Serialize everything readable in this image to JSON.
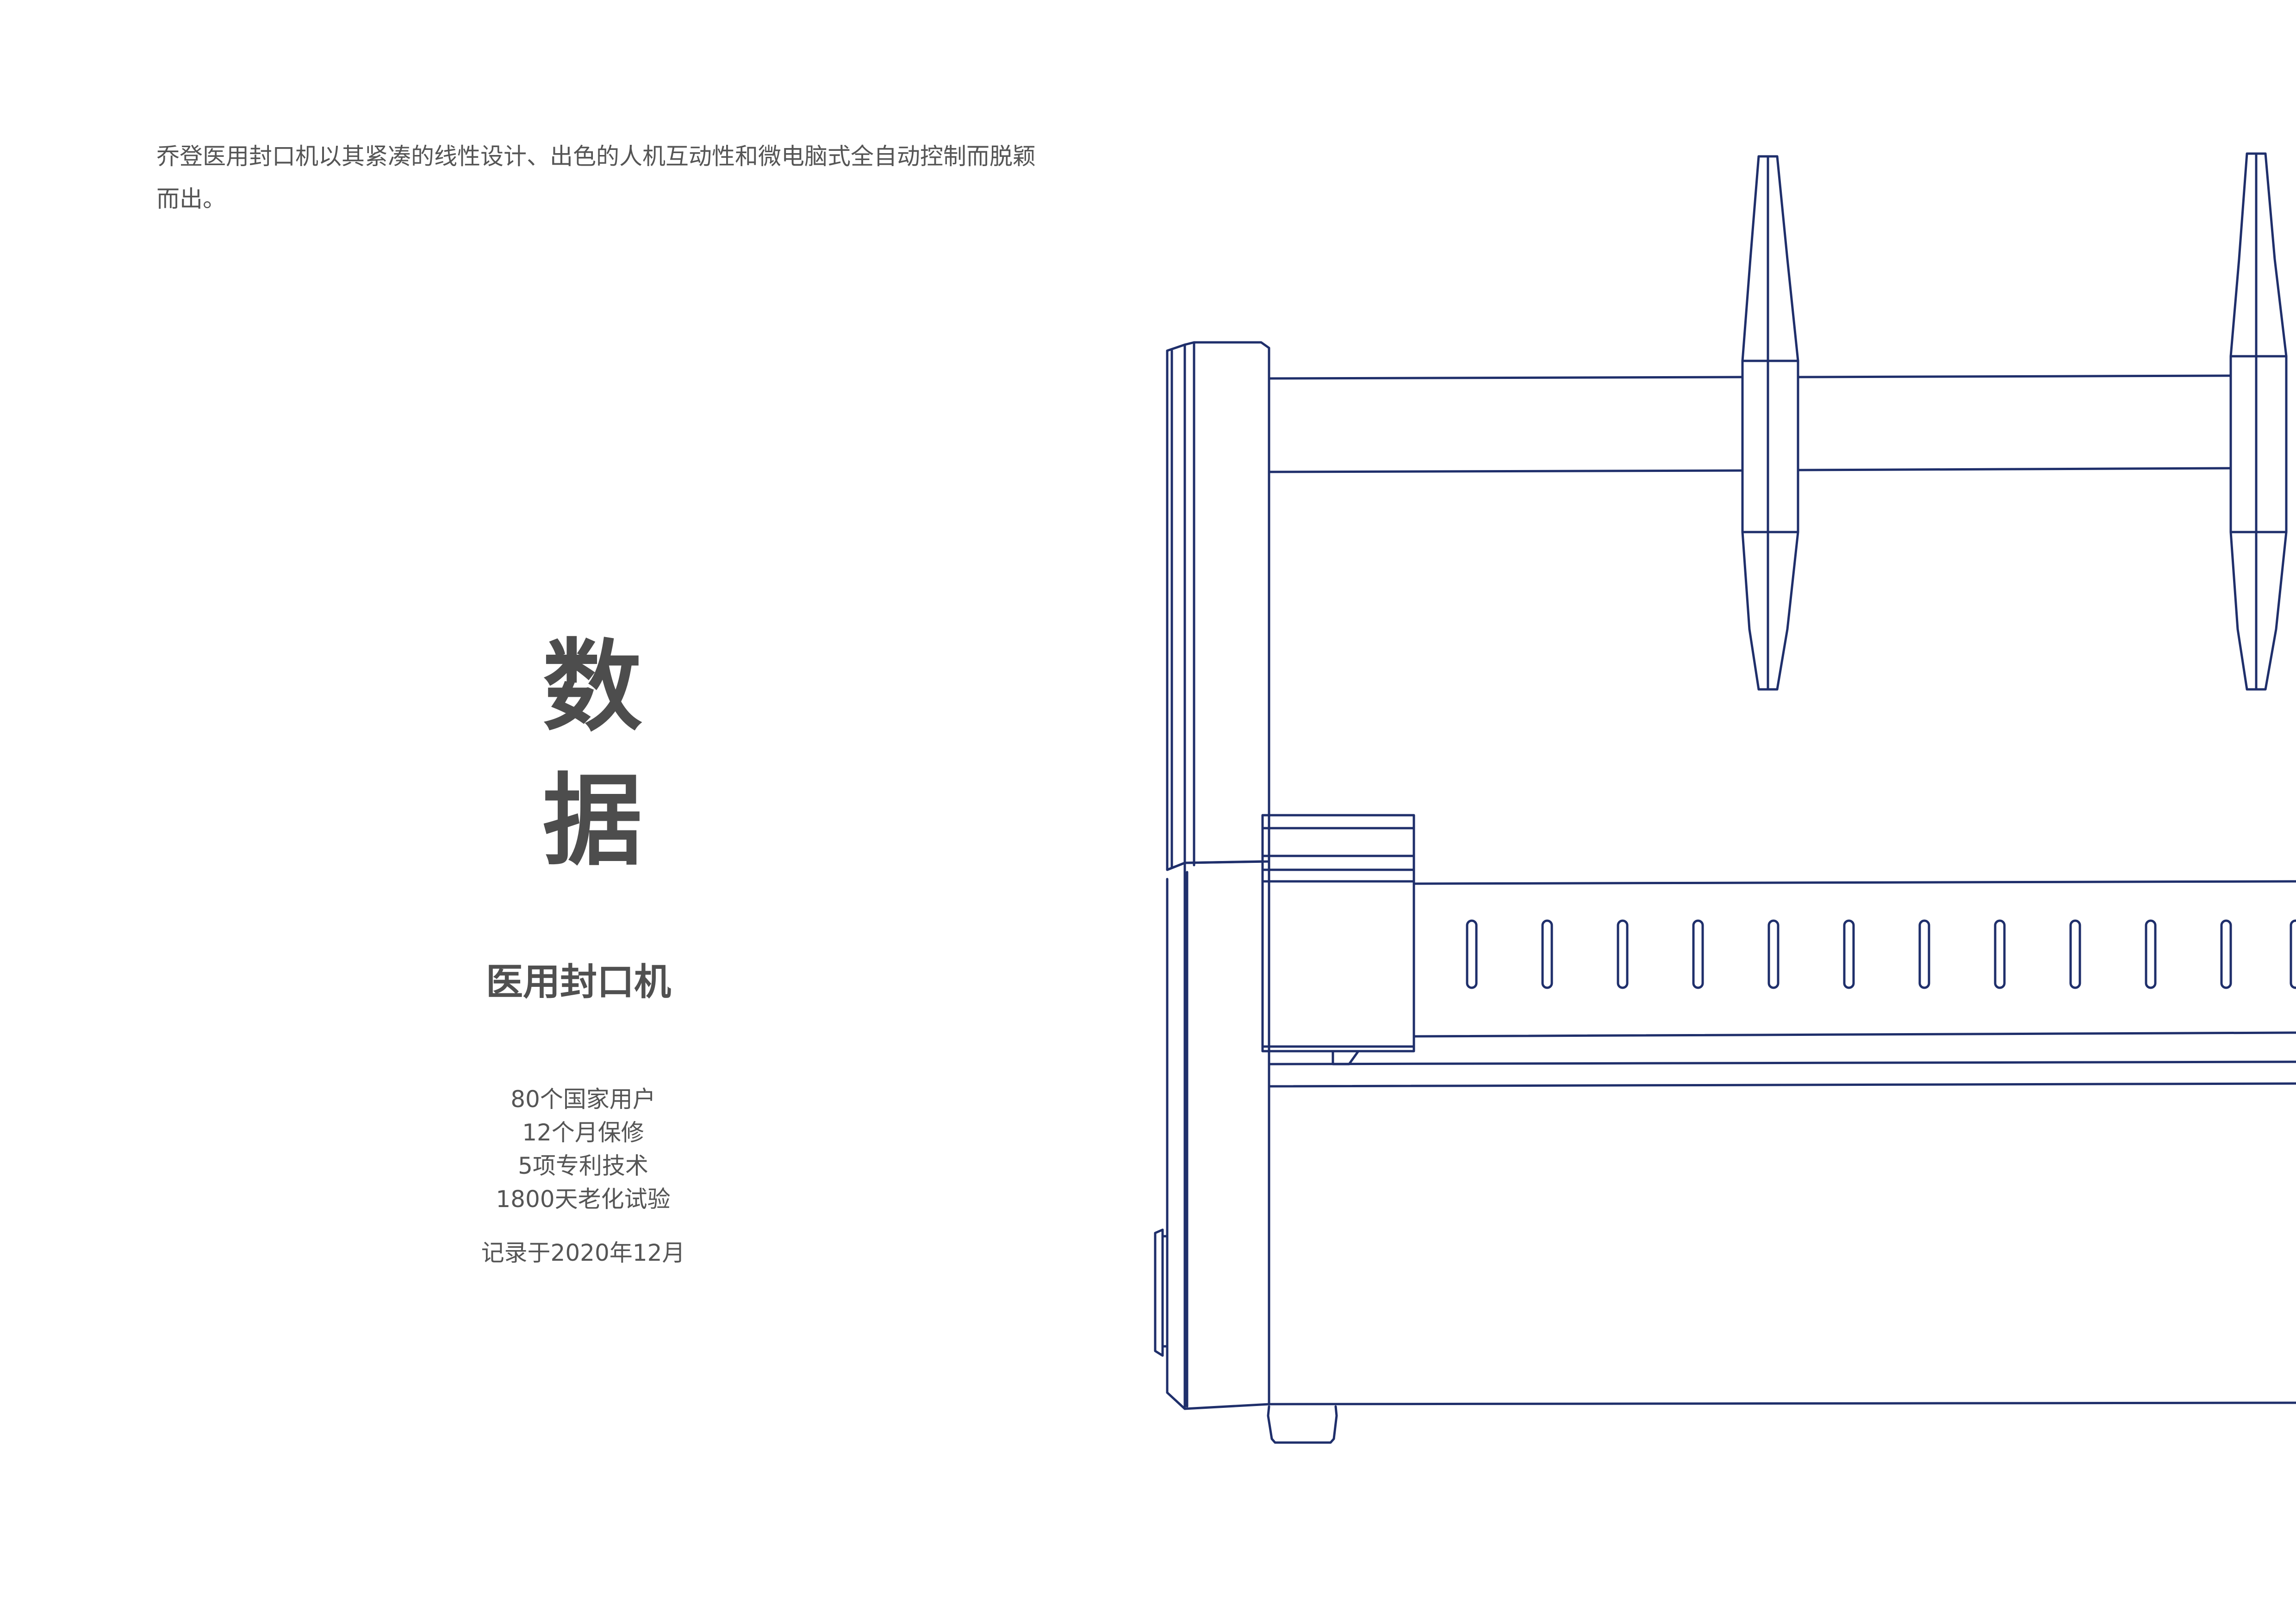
{
  "intro": {
    "line1": "乔登医用封口机以其紧凑的线性设计、出色的人机互动性和微电脑式全自动控制而脱颖",
    "line2": "而出。"
  },
  "title": {
    "char1": "数",
    "char2": "据"
  },
  "product_name": "医用封口机",
  "stats": [
    "80个国家用户",
    "12个月保修",
    "5项专利技术",
    "1800天老化试验"
  ],
  "record_date": "记录于2020年12月",
  "colors": {
    "line": "#1f2f6b",
    "text": "#555555",
    "title": "#4d4d4d"
  },
  "illustration": "sealing-machine-line-drawing"
}
